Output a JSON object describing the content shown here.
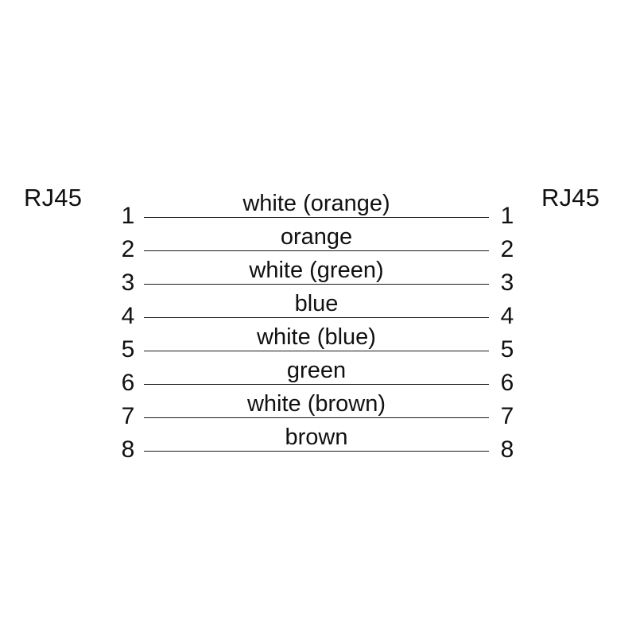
{
  "diagram": {
    "left_connector": "RJ45",
    "right_connector": "RJ45",
    "pairs": [
      {
        "left_pin": "1",
        "right_pin": "1",
        "wire": "white (orange)"
      },
      {
        "left_pin": "2",
        "right_pin": "2",
        "wire": "orange"
      },
      {
        "left_pin": "3",
        "right_pin": "3",
        "wire": "white (green)"
      },
      {
        "left_pin": "4",
        "right_pin": "4",
        "wire": "blue"
      },
      {
        "left_pin": "5",
        "right_pin": "5",
        "wire": "white (blue)"
      },
      {
        "left_pin": "6",
        "right_pin": "6",
        "wire": "green"
      },
      {
        "left_pin": "7",
        "right_pin": "7",
        "wire": "white (brown)"
      },
      {
        "left_pin": "8",
        "right_pin": "8",
        "wire": "brown"
      }
    ],
    "colors": {
      "background": "#ffffff",
      "ink": "#111111",
      "line": "#1a1a1a"
    }
  }
}
